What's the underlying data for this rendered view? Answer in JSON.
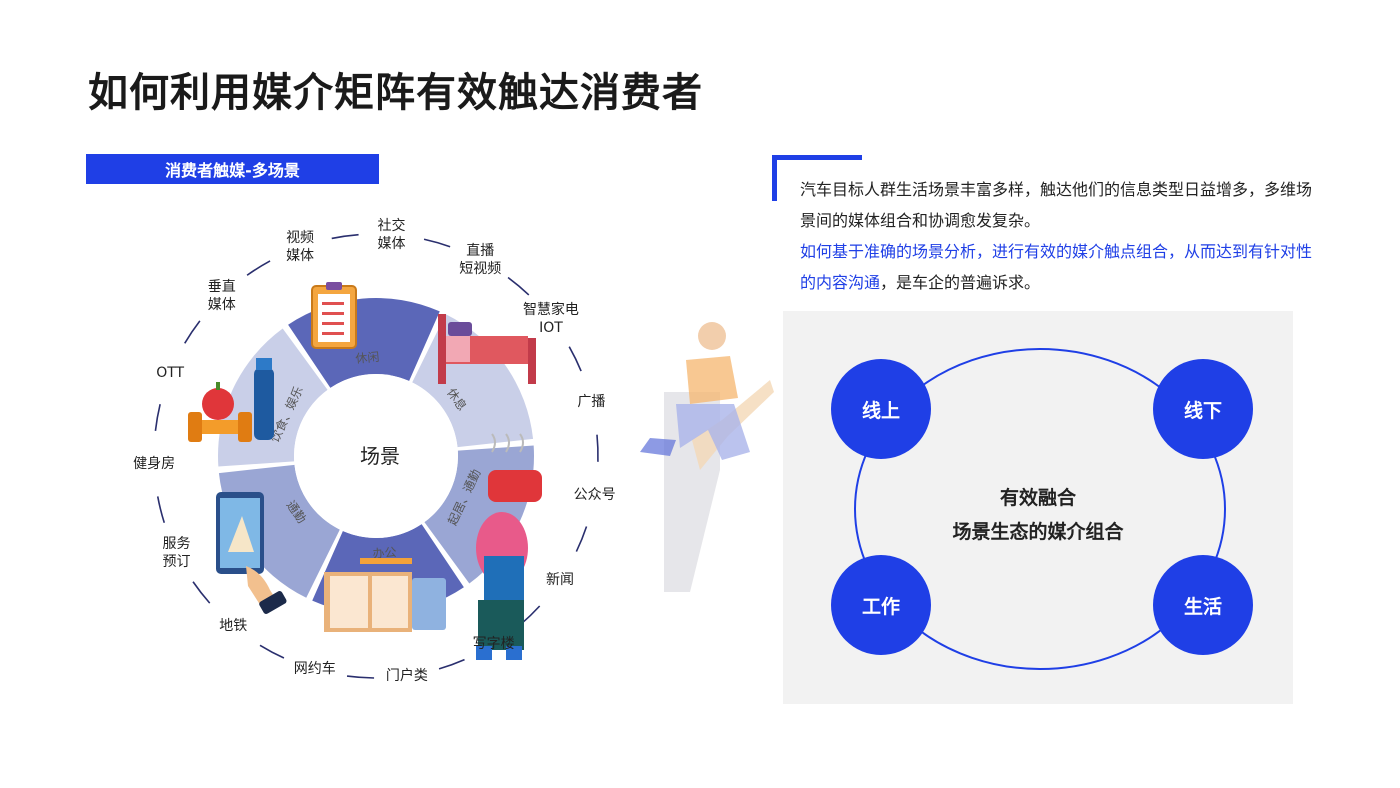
{
  "title": "如何利用媒介矩阵有效触达消费者",
  "section_tag": "消费者触媒-多场景",
  "wheel": {
    "center": "场景",
    "segments": [
      "休闲",
      "休息",
      "起居、通勤",
      "办公",
      "通勤",
      "饮食、娱乐"
    ],
    "outer_labels": [
      {
        "lines": [
          "社交",
          "媒体"
        ]
      },
      {
        "lines": [
          "直播",
          "短视频"
        ]
      },
      {
        "lines": [
          "智慧家电",
          "IOT"
        ]
      },
      {
        "lines": [
          "广播"
        ]
      },
      {
        "lines": [
          "公众号"
        ]
      },
      {
        "lines": [
          "新闻"
        ]
      },
      {
        "lines": [
          "写字楼"
        ]
      },
      {
        "lines": [
          "门户类"
        ]
      },
      {
        "lines": [
          "网约车"
        ]
      },
      {
        "lines": [
          "地铁"
        ]
      },
      {
        "lines": [
          "服务",
          "预订"
        ]
      },
      {
        "lines": [
          "健身房"
        ]
      },
      {
        "lines": [
          "OTT"
        ]
      },
      {
        "lines": [
          "垂直",
          "媒体"
        ]
      },
      {
        "lines": [
          "视频",
          "媒体"
        ]
      }
    ]
  },
  "description": {
    "normal": "汽车目标人群生活场景丰富多样，触达他们的信息类型日益增多，多维场景间的媒体组合和协调愈发复杂。",
    "highlight": "如何基于准确的场景分析，进行有效的媒介触点组合，从而达到有针对性的内容沟通",
    "tail": "，是车企的普遍诉求。"
  },
  "fusion": {
    "center_line1": "有效融合",
    "center_line2": "场景生态的媒介组合",
    "nodes": [
      "线上",
      "线下",
      "工作",
      "生活"
    ]
  },
  "colors": {
    "accent": "#1f3fe6",
    "segment_dark": "#5b67b8",
    "segment_light": "#c9cfe8",
    "segment_mid": "#9aa6d4"
  }
}
